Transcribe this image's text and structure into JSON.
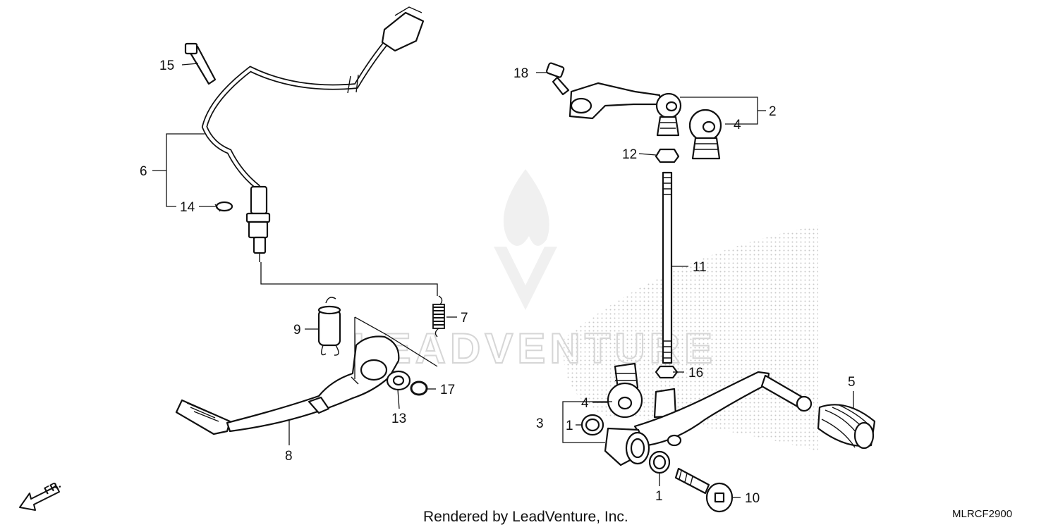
{
  "callouts": {
    "c1a": "1",
    "c1b": "1",
    "c2": "2",
    "c3": "3",
    "c4a": "4",
    "c4b": "4",
    "c5": "5",
    "c6": "6",
    "c7": "7",
    "c8": "8",
    "c9": "9",
    "c10": "10",
    "c11": "11",
    "c12": "12",
    "c13": "13",
    "c14": "14",
    "c15": "15",
    "c16": "16",
    "c17": "17",
    "c18": "18"
  },
  "watermark": {
    "text": "LEADVENTURE"
  },
  "footer": {
    "rendered_by": "Rendered by LeadVenture, Inc.",
    "diagram_code": "MLRCF2900"
  },
  "direction_indicator": {
    "label": "FR."
  }
}
